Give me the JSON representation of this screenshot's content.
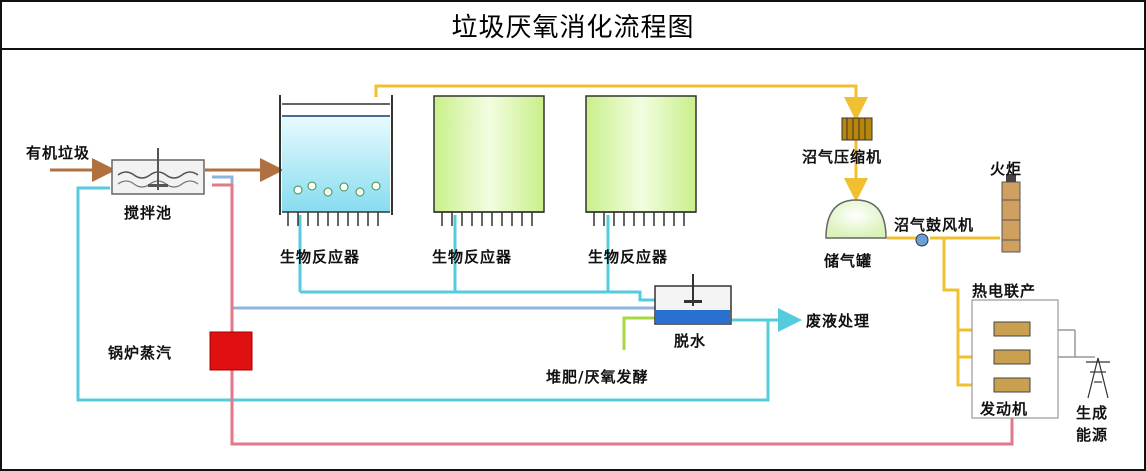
{
  "title": "垃圾厌氧消化流程图",
  "labels": {
    "organic_waste": "有机垃圾",
    "mixing_tank": "搅拌池",
    "reactor_1": "生物反应器",
    "reactor_2": "生物反应器",
    "reactor_3": "生物反应器",
    "compressor": "沼气压缩机",
    "gas_storage": "储气罐",
    "blower": "沼气鼓风机",
    "flare": "火炬",
    "chp": "热电联产",
    "engine": "发动机",
    "power_line1": "生成",
    "power_line2": "能源",
    "dewatering": "脱水",
    "wastewater": "废液处理",
    "compost": "堆肥/厌氧发酵",
    "boiler": "锅炉蒸汽"
  },
  "colors": {
    "gas_line": "#f0c030",
    "water_line": "#55ccdd",
    "return_line": "#8fb4e0",
    "steam_line": "#e07a8a",
    "feed_line": "#b07040",
    "reactor_green": "#d8f5a8",
    "reactor_blue": "#b8ecf8",
    "boiler_red": "#e01010",
    "compost_line": "#a8d840"
  }
}
